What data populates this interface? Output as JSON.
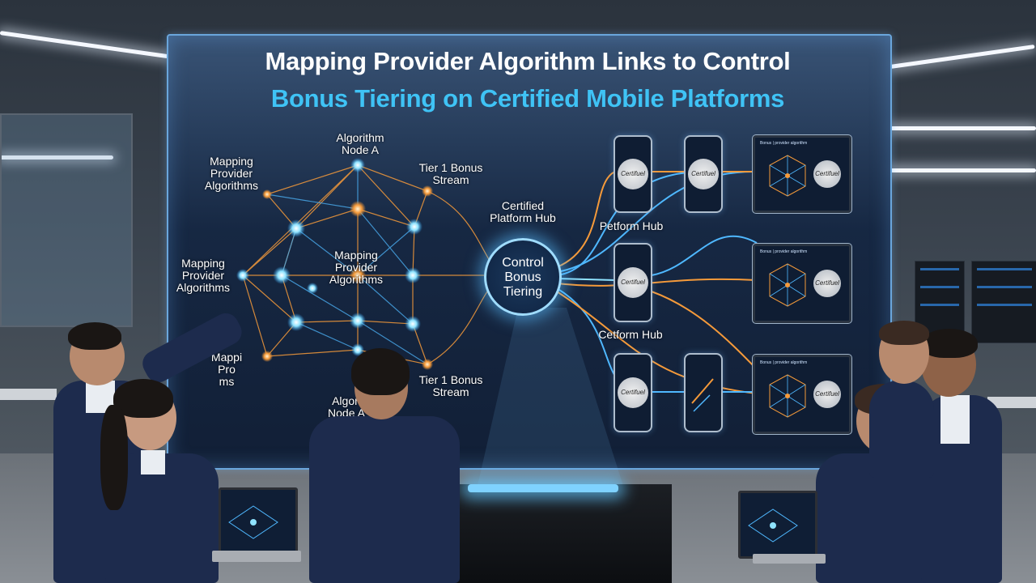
{
  "title": {
    "line1": "Mapping Provider Algorithm Links to Control",
    "line2": "Bonus Tiering on Certified Mobile Platforms"
  },
  "network_labels": {
    "mapping_top": "Mapping\nProvider\nAlgorithms",
    "node_a_top": "Algorithm\nNode A",
    "tier1_top": "Tier 1 Bonus\nStream",
    "mapping_left": "Mapping\nProvider\nAlgorithms",
    "mapping_center": "Mapping\nProvider\nAlgorithms",
    "mapping_bottom": "Mappi\nPro\nms",
    "node_a_bottom": "Algori\nNode A",
    "tier1_bottom": "Tier 1 Bonus\nStream",
    "certified_hub": "Certified\nPlatform Hub",
    "platform_hub_top": "Petform Hub",
    "platform_hub_bottom": "Cetform Hub"
  },
  "hub": {
    "label": "Control\nBonus\nTiering"
  },
  "device_badge": "Certifuel",
  "tablet_header": "Bonus | provider algorithm",
  "colors": {
    "panel_border": "#6aa6dc",
    "title_accent": "#3fc3f5",
    "orange_link": "#f59a3a",
    "blue_link": "#4fb8ff",
    "node_glow": "#8fe3ff"
  }
}
